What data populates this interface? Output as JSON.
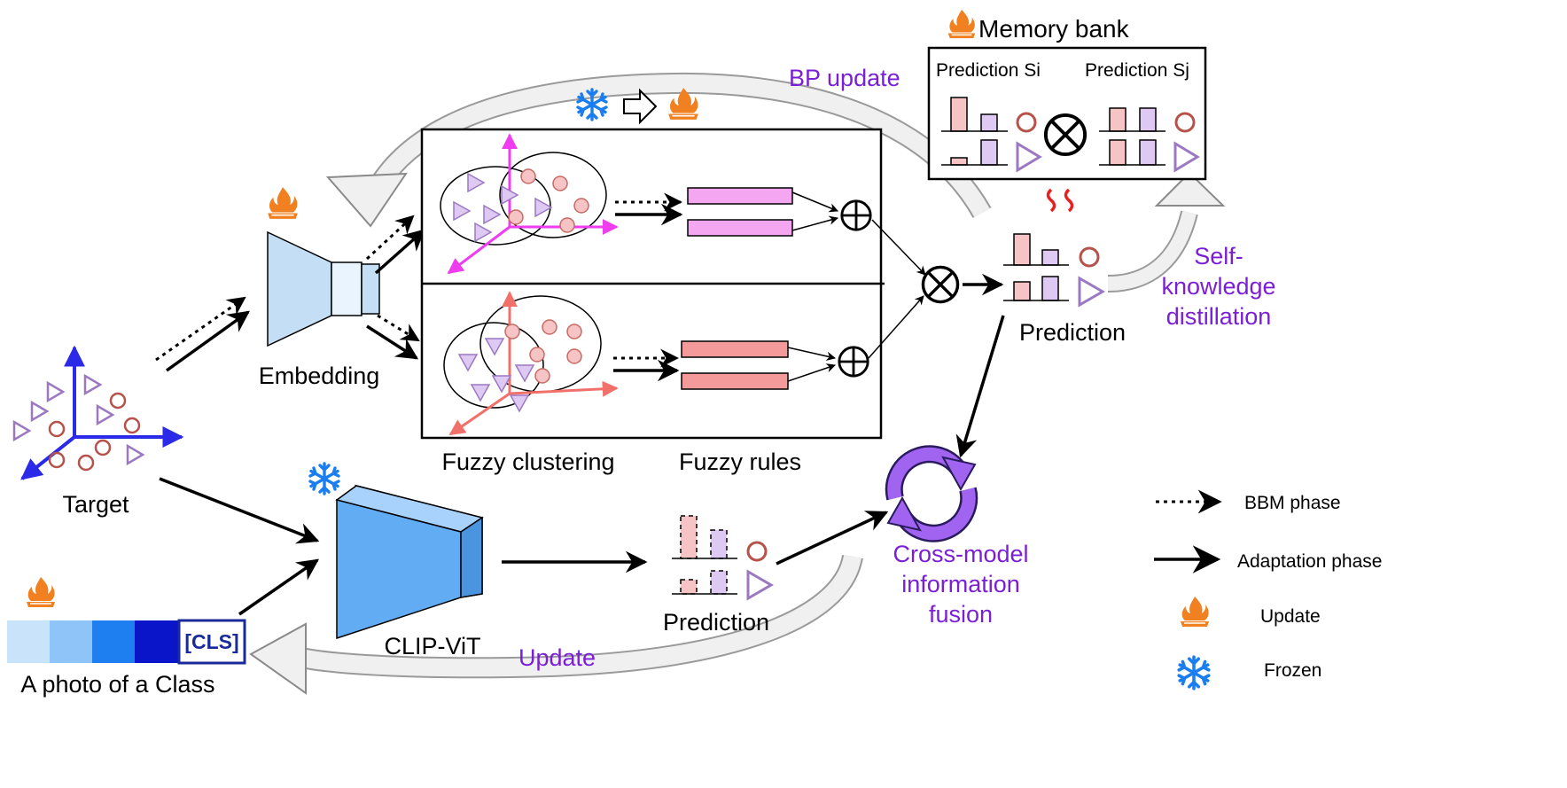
{
  "labels": {
    "memory_bank": "Memory bank",
    "prediction_si": "Prediction Si",
    "prediction_sj": "Prediction Sj",
    "bp_update": "BP update",
    "embedding": "Embedding",
    "fuzzy_clustering": "Fuzzy clustering",
    "fuzzy_rules": "Fuzzy rules",
    "prediction_top": "Prediction",
    "self_kd": [
      "Self-",
      "knowledge",
      "distillation"
    ],
    "target": "Target",
    "clip_vit": "CLIP-ViT",
    "prediction_bottom": "Prediction",
    "cross_model": [
      "Cross-model",
      "information",
      "fusion"
    ],
    "update": "Update",
    "cls_token": "[CLS]",
    "prompt": "A photo of a Class"
  },
  "legend": {
    "bbm_phase": "BBM phase",
    "adaptation_phase": "Adaptation phase",
    "update": "Update",
    "frozen": "Frozen"
  },
  "colors": {
    "purple_text": "#7a1fd6",
    "axis_blue": "#2a2ae8",
    "axis_magenta": "#ee3cee",
    "axis_salmon": "#f2706a",
    "bar_pink": "#f6c4c4",
    "bar_lilac": "#ddc9f2",
    "rule_magenta": "#f5a6f0",
    "rule_salmon": "#f59a9a",
    "cnn_blue": "#c4def6",
    "clip_blue": "#62acf4",
    "fire_orange": "#f08020",
    "snow_blue": "#1a7ef0"
  },
  "icons": [
    "fire-icon",
    "snowflake-icon",
    "otimes-icon",
    "oplus-icon",
    "recycle-icon"
  ]
}
